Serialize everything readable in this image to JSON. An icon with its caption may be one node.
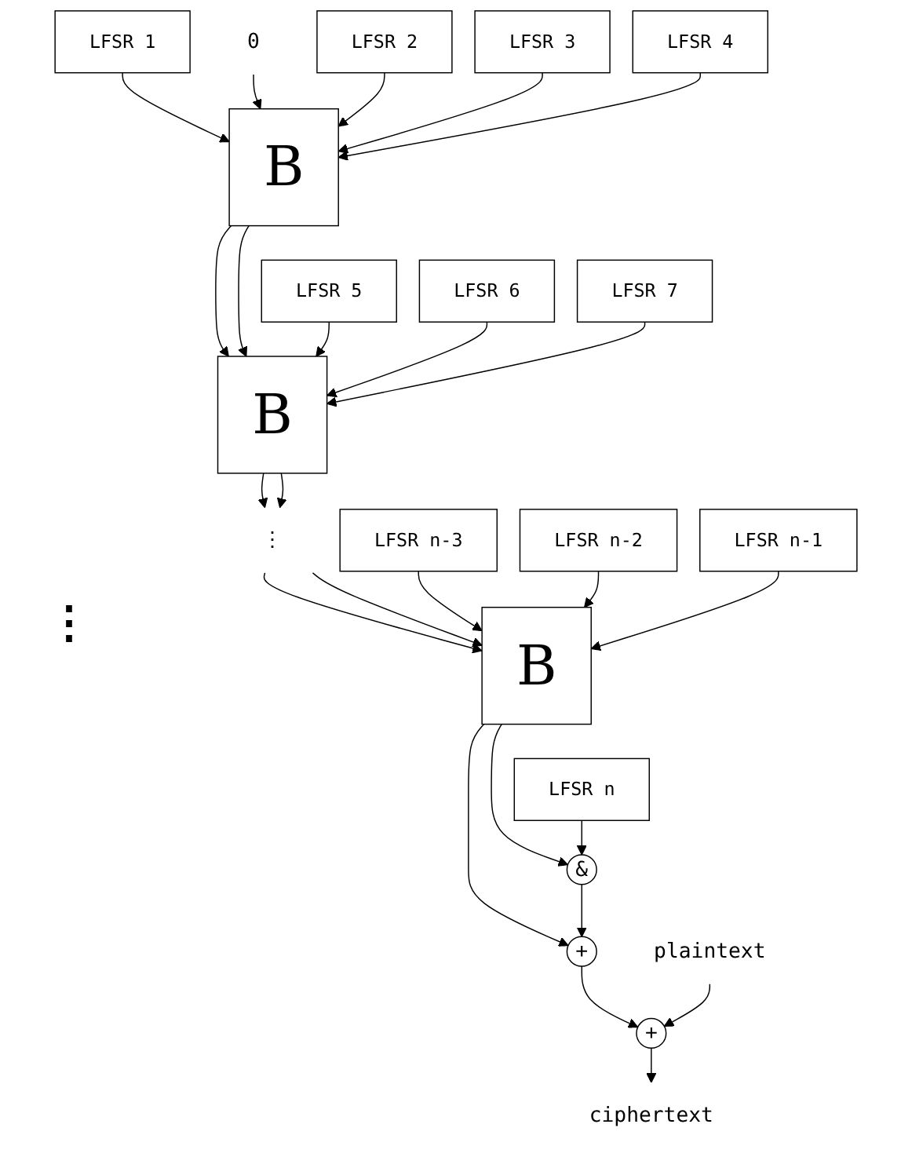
{
  "diagram": {
    "nodes": [
      {
        "text": [
          "LFSR 1"
        ]
      },
      {
        "text": [
          "0"
        ]
      },
      {
        "text": [
          "B"
        ]
      },
      {
        "text": [
          "LFSR 2"
        ]
      },
      {
        "text": [
          "LFSR 3"
        ]
      },
      {
        "text": [
          "LFSR 4"
        ]
      },
      {
        "text": [
          "LFSR 5"
        ]
      },
      {
        "text": [
          "B"
        ]
      },
      {
        "text": [
          "LFSR 6"
        ]
      },
      {
        "text": [
          "LFSR 7"
        ]
      },
      {
        "text": [
          "⋮"
        ]
      },
      {
        "text": [
          "LFSR n-3"
        ]
      },
      {
        "text": [
          "B"
        ]
      },
      {
        "text": [
          "LFSR n-2"
        ]
      },
      {
        "text": [
          "LFSR n-1"
        ]
      },
      {
        "text": [
          "LFSR n"
        ]
      },
      {
        "text": [
          "&"
        ]
      },
      {
        "text": [
          "+"
        ]
      },
      {
        "text": [
          "plaintext"
        ]
      },
      {
        "text": [
          "+"
        ]
      },
      {
        "text": [
          "ciphertext"
        ]
      }
    ],
    "edges": [
      {
        "from": 0,
        "to": 2,
        "arrow": "to"
      },
      {
        "from": 1,
        "to": 2,
        "arrow": "to"
      },
      {
        "from": 3,
        "to": 2,
        "arrow": "to"
      },
      {
        "from": 4,
        "to": 2,
        "arrow": "to"
      },
      {
        "from": 5,
        "to": 2,
        "arrow": "to"
      },
      {
        "from": 2,
        "to": 7,
        "arrow": "to"
      },
      {
        "from": 2,
        "to": 7,
        "arrow": "to"
      },
      {
        "from": 6,
        "to": 7,
        "arrow": "to"
      },
      {
        "from": 8,
        "to": 7,
        "arrow": "to"
      },
      {
        "from": 9,
        "to": 7,
        "arrow": "to"
      },
      {
        "from": 7,
        "to": 10,
        "arrow": "to"
      },
      {
        "from": 7,
        "to": 10,
        "arrow": "to"
      },
      {
        "from": 10,
        "to": 12,
        "arrow": "to"
      },
      {
        "from": 10,
        "to": 12,
        "arrow": "to"
      },
      {
        "from": 11,
        "to": 12,
        "arrow": "to"
      },
      {
        "from": 13,
        "to": 12,
        "arrow": "to"
      },
      {
        "from": 14,
        "to": 12,
        "arrow": "to"
      },
      {
        "from": 12,
        "to": 16,
        "arrow": "to"
      },
      {
        "from": 12,
        "to": 17,
        "arrow": "to"
      },
      {
        "from": 15,
        "to": 16,
        "arrow": "to"
      },
      {
        "from": 16,
        "to": 17,
        "arrow": "to"
      },
      {
        "from": 17,
        "to": 19,
        "arrow": "to"
      },
      {
        "from": 18,
        "to": 19,
        "arrow": "to"
      },
      {
        "from": 19,
        "to": 20,
        "arrow": "to"
      }
    ],
    "labels": [
      "⋮"
    ]
  }
}
